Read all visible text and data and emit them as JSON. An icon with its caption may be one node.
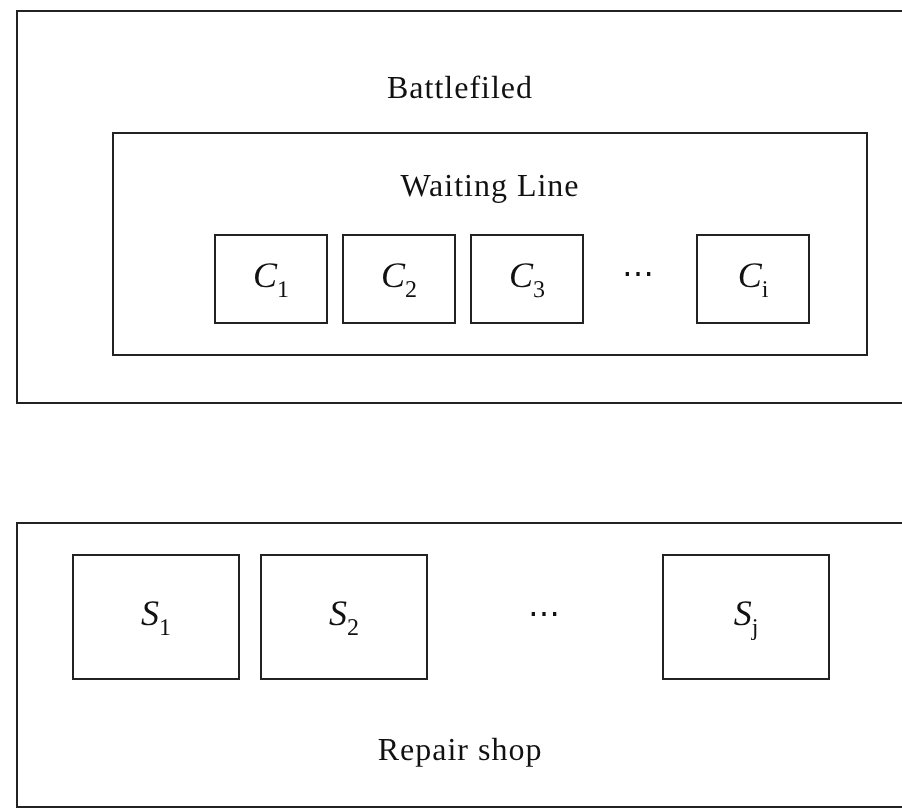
{
  "diagram": {
    "nodes": [
      {
        "text": [
          "Battlefiled"
        ]
      },
      {
        "text": [
          "Waiting Line"
        ],
        "in": 0
      },
      {
        "text": [
          "*C*$_{1}$"
        ],
        "in": 1
      },
      {
        "text": [
          "*C*$_{2}$"
        ],
        "in": 1
      },
      {
        "text": [
          "*C*$_{3}$"
        ],
        "in": 1
      },
      {
        "text": [
          "*C*$_{i}$"
        ],
        "in": 1
      },
      {
        "text": [
          "Repair shop"
        ]
      },
      {
        "text": [
          "*S*$_{1}$"
        ],
        "in": 6
      },
      {
        "text": [
          "*S*$_{2}$"
        ],
        "in": 6
      },
      {
        "text": [
          "*S*$_{j}$"
        ],
        "in": 6
      }
    ],
    "labels": [
      "⋯",
      "⋯"
    ]
  }
}
